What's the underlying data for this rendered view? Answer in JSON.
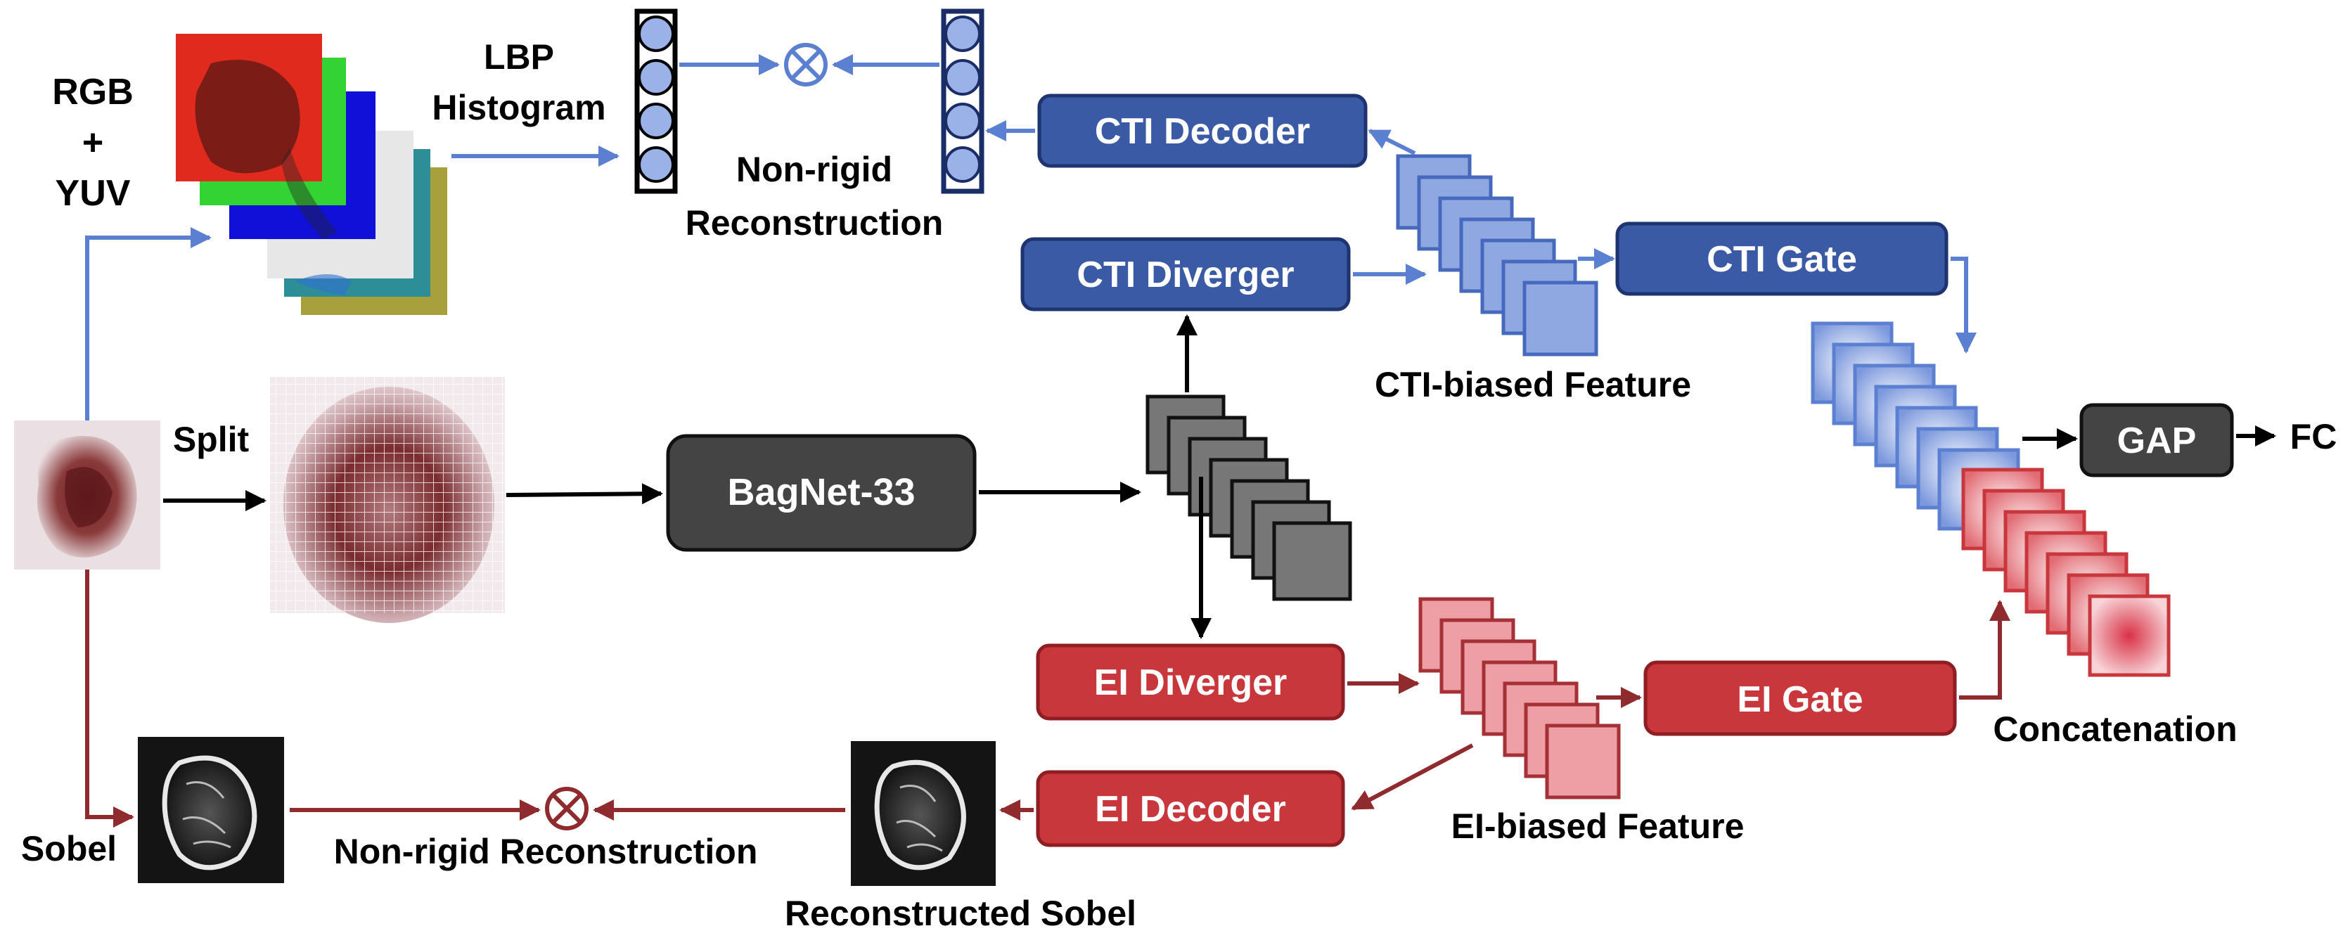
{
  "labels": {
    "rgb": "RGB",
    "plus": "+",
    "yuv": "YUV",
    "lbp_line1": "LBP",
    "lbp_line2": "Histogram",
    "nonrigid_top_line1": "Non-rigid",
    "nonrigid_top_line2": "Reconstruction",
    "split": "Split",
    "sobel": "Sobel",
    "nonrigid_bottom": "Non-rigid Reconstruction",
    "reconstructed_sobel": "Reconstructed Sobel",
    "cti_biased_feature": "CTI-biased Feature",
    "ei_biased_feature": "EI-biased Feature",
    "concatenation": "Concatenation",
    "fc": "FC"
  },
  "blocks": {
    "bagnet": "BagNet-33",
    "cti_decoder": "CTI Decoder",
    "cti_diverger": "CTI Diverger",
    "cti_gate": "CTI Gate",
    "ei_diverger": "EI Diverger",
    "ei_decoder": "EI Decoder",
    "ei_gate": "EI Gate",
    "gap": "GAP"
  },
  "colors": {
    "cti_blue": "#3a5aa6",
    "cti_blue_dark": "#2d4583",
    "arrow_blue": "#5b7fd1",
    "ei_red": "#c8373c",
    "ei_red_dark": "#8f1e22",
    "arrow_red": "#8f2b2e",
    "gray_block": "#444444",
    "feature_gray": "#777777"
  },
  "symbols": {
    "multiply": "⊗"
  }
}
